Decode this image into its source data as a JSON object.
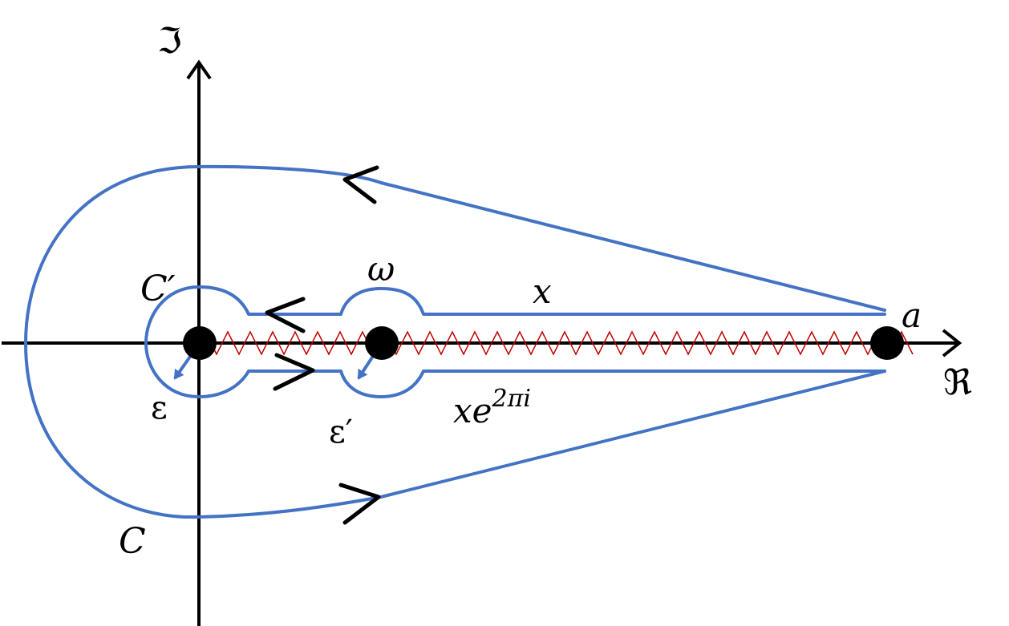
{
  "axes": {
    "imag_label": "ℑ",
    "real_label": "ℜ"
  },
  "labels": {
    "outer_contour": "C",
    "inner_contour": "C′",
    "branch_point_omega": "ω",
    "branch_point_a": "a",
    "upper_edge": "x",
    "lower_edge_base": "xe",
    "lower_edge_exp": "2πi",
    "radius_origin": "ε",
    "radius_omega": "ε′"
  },
  "colors": {
    "contour": "#4472C4",
    "branch_cut": "#C00000",
    "axis": "#000000"
  }
}
